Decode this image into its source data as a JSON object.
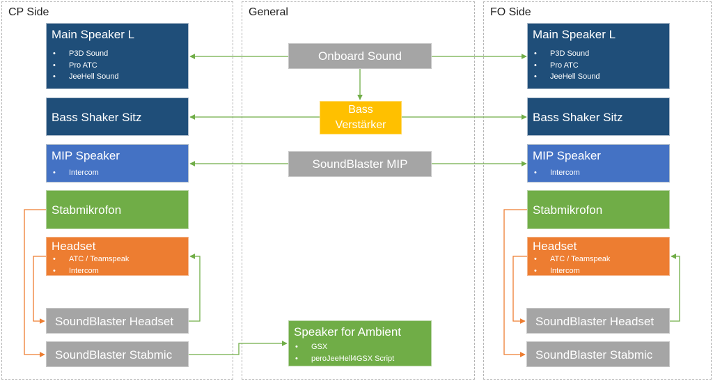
{
  "sections": {
    "cp": {
      "title": "CP Side"
    },
    "general": {
      "title": "General"
    },
    "fo": {
      "title": "FO Side"
    }
  },
  "cp": {
    "main_speaker": {
      "title": "Main Speaker L",
      "items": [
        "P3D Sound",
        "Pro ATC",
        "JeeHell Sound"
      ]
    },
    "bass_shaker": {
      "title": "Bass Shaker Sitz"
    },
    "mip_speaker": {
      "title": "MIP Speaker",
      "items": [
        "Intercom"
      ]
    },
    "stabmikrofon": {
      "title": "Stabmikrofon"
    },
    "headset": {
      "title": "Headset",
      "items": [
        "ATC / Teamspeak",
        "Intercom"
      ]
    },
    "sb_headset": {
      "title": "SoundBlaster Headset"
    },
    "sb_stabmic": {
      "title": "SoundBlaster Stabmic"
    }
  },
  "general": {
    "onboard_sound": {
      "title": "Onboard Sound"
    },
    "bass_amp": {
      "title": "Bass Verstärker"
    },
    "sb_mip": {
      "title": "SoundBlaster MIP"
    },
    "ambient": {
      "title": "Speaker for Ambient",
      "items": [
        "GSX",
        "peroJeeHell4GSX Script"
      ]
    }
  },
  "fo": {
    "main_speaker": {
      "title": "Main Speaker L",
      "items": [
        "P3D Sound",
        "Pro ATC",
        "JeeHell Sound"
      ]
    },
    "bass_shaker": {
      "title": "Bass Shaker Sitz"
    },
    "mip_speaker": {
      "title": "MIP Speaker",
      "items": [
        "Intercom"
      ]
    },
    "stabmikrofon": {
      "title": "Stabmikrofon"
    },
    "headset": {
      "title": "Headset",
      "items": [
        "ATC / Teamspeak",
        "Intercom"
      ]
    },
    "sb_headset": {
      "title": "SoundBlaster Headset"
    },
    "sb_stabmic": {
      "title": "SoundBlaster Stabmic"
    }
  },
  "colors": {
    "navy": "#1f4e79",
    "blue": "#4472c4",
    "green": "#70ad47",
    "orange": "#ed7d31",
    "gray": "#a5a5a5",
    "gold": "#ffc000"
  }
}
